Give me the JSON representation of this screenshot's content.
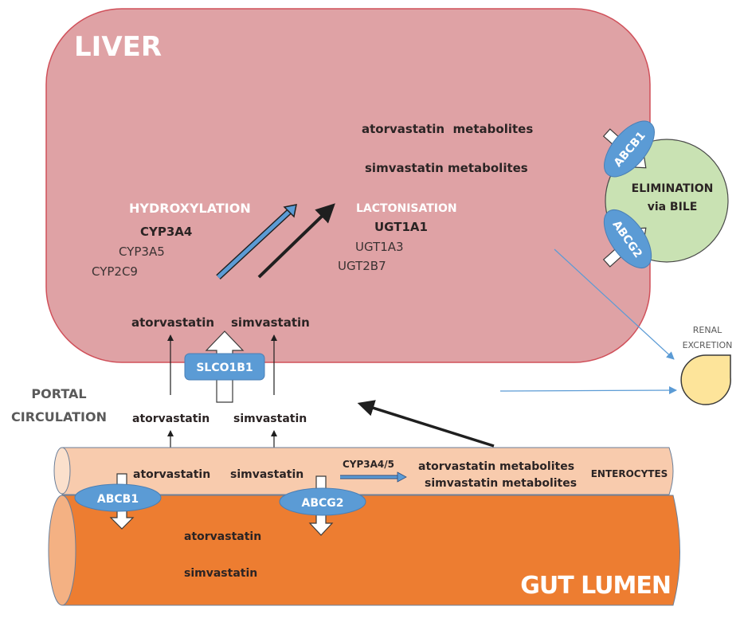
{
  "colors": {
    "liver_fill": "#dfa2a5",
    "liver_stroke": "#d0505a",
    "bile_fill": "#c9e2b3",
    "renal_fill": "#fde49a",
    "transporter_blue": "#5b9bd5",
    "enterocyte_fill": "#f7c4a0",
    "gut_lumen_fill": "#ed7d31",
    "arrow_blue": "#5b9bd5",
    "arrow_black": "#1f1f1f"
  },
  "liver": {
    "title": "LIVER",
    "metabolites": [
      "atorvastatin  metabolites",
      "simvastatin metabolites"
    ],
    "hydroxylation": {
      "label": "HYDROXYLATION",
      "enzymes": [
        "CYP3A4",
        "CYP3A5",
        "CYP2C9"
      ]
    },
    "lactonisation": {
      "label": "LACTONISATION",
      "enzymes": [
        "UGT1A1",
        "UGT1A3",
        "UGT2B7"
      ]
    },
    "drugs": [
      "atorvastatin",
      "simvastatin"
    ]
  },
  "bile": {
    "label_line1": "ELIMINATION",
    "label_line2": "via BILE",
    "transporters": [
      "ABCB1",
      "ABCG2"
    ]
  },
  "renal": {
    "label_line1": "RENAL",
    "label_line2": "EXCRETION"
  },
  "portal": {
    "label_line1": "PORTAL",
    "label_line2": "CIRCULATION",
    "uptake_transporter": "SLCO1B1",
    "drugs": [
      "atorvastatin",
      "simvastatin"
    ]
  },
  "enterocytes": {
    "label": "ENTEROCYTES",
    "drugs": [
      "atorvastatin",
      "simvastatin"
    ],
    "enzyme": "CYP3A4/5",
    "metabolites": [
      "atorvastatin metabolites",
      "simvastatin metabolites"
    ],
    "efflux_transporters": [
      "ABCB1",
      "ABCG2"
    ]
  },
  "gut_lumen": {
    "label": "GUT LUMEN",
    "drugs": [
      "atorvastatin",
      "simvastatin"
    ]
  }
}
